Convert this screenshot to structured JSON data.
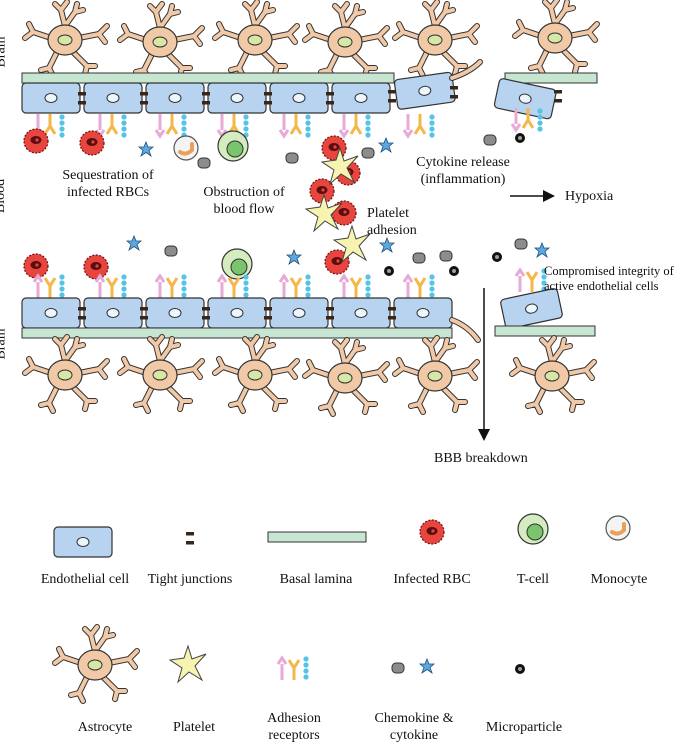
{
  "side_labels": {
    "brain_top": "Brain",
    "blood": "Blood",
    "brain_bottom": "Brain"
  },
  "annotations": {
    "sequestration": "Sequestration of infected RBCs",
    "obstruction": "Obstruction of blood flow",
    "platelet_adhesion": "Platelet adhesion",
    "cytokine_release": "Cytokine release (inflammation)",
    "hypoxia": "Hypoxia",
    "compromised": "Compromised integrity of active endothelial cells",
    "bbb_breakdown": "BBB breakdown"
  },
  "legend": {
    "endothelial_cell": "Endothelial cell",
    "tight_junctions": "Tight junctions",
    "basal_lamina": "Basal lamina",
    "infected_rbc": "Infected RBC",
    "t_cell": "T-cell",
    "monocyte": "Monocyte",
    "astrocyte": "Astrocyte",
    "platelet": "Platelet",
    "adhesion_receptors": "Adhesion receptors",
    "chemokine_cytokine": "Chemokine & cytokine",
    "microparticle": "Microparticle"
  },
  "colors": {
    "endothelial": "#b7d3ef",
    "basal_lamina": "#c6e6d2",
    "astrocyte": "#f2c9a6",
    "astrocyte_nucleus": "#d7e7a8",
    "rbc": "#e8453f",
    "tcell": "#b8e0a0",
    "platelet": "#f7f3b0",
    "receptor_pink": "#e7a9d6",
    "receptor_orange": "#f4b74a",
    "receptor_blue": "#55c3e6",
    "chemokine": "#8c8c8c",
    "cytokine": "#5da8e0"
  }
}
